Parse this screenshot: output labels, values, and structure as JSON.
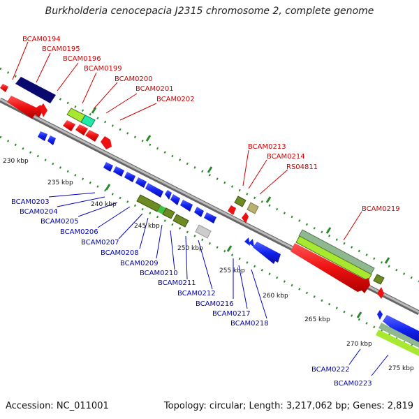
{
  "title": "Burkholderia cenocepacia J2315 chromosome 2, complete genome",
  "footer": {
    "accession": "Accession: NC_011001",
    "topology": "Topology: circular; Length: 3,217,062 bp; Genes: 2,819"
  },
  "colors": {
    "label_red": "#cc0000",
    "label_blue": "#0000bb",
    "backbone": "#888888",
    "tick": "#2a8a2a",
    "gene_red": "#ee1111",
    "gene_blue": "#1122ee",
    "gene_navy": "#0a0a6e",
    "gene_olive": "#6e8a22",
    "gene_khaki": "#b8b070",
    "gene_lime": "#a8e830",
    "gene_teal": "#22e8a8",
    "gene_sage": "#90b890",
    "gene_grey": "#cccccc"
  },
  "kbp_labels": [
    "230 kbp",
    "235 kbp",
    "240 kbp",
    "245 kbp",
    "250 kbp",
    "255 kbp",
    "260 kbp",
    "265 kbp",
    "270 kbp",
    "275 kbp"
  ],
  "red_labels": [
    "BCAM0194",
    "BCAM0195",
    "BCAM0196",
    "BCAM0199",
    "BCAM0200",
    "BCAM0201",
    "BCAM0202",
    "BCAM0213",
    "BCAM0214",
    "RS04811",
    "BCAM0219"
  ],
  "blue_labels": [
    "BCAM0203",
    "BCAM0204",
    "BCAM0205",
    "BCAM0206",
    "BCAM0207",
    "BCAM0208",
    "BCAM0209",
    "BCAM0210",
    "BCAM0211",
    "BCAM0212",
    "BCAM0216",
    "BCAM0217",
    "BCAM0218",
    "BCAM0222",
    "BCAM0223"
  ]
}
